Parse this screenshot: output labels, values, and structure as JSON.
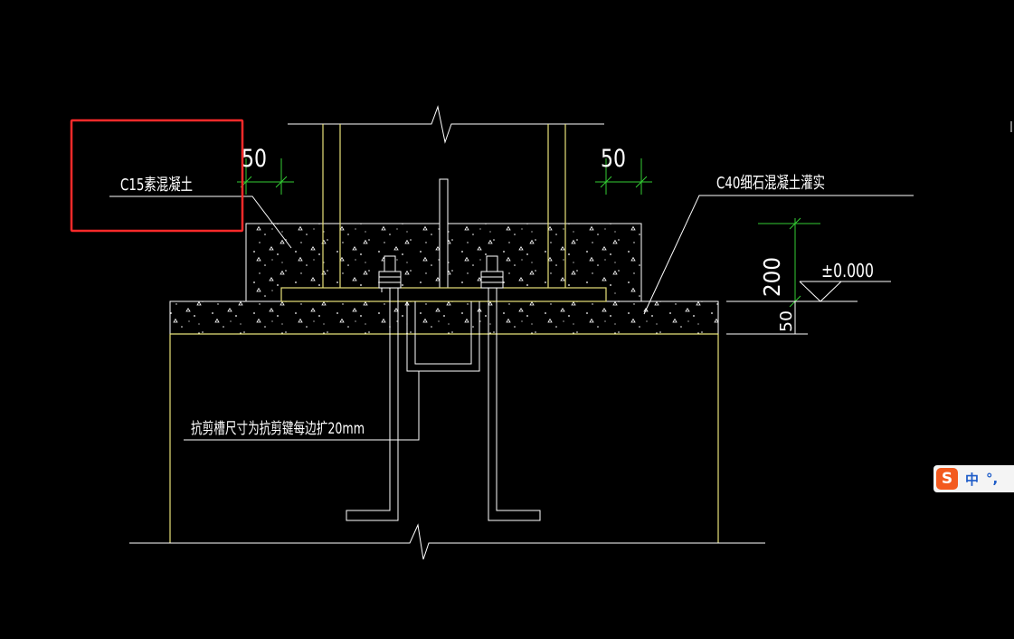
{
  "labels": {
    "c15": "C15素混凝土",
    "c40": "C40细石混凝土灌实",
    "shear": "抗剪槽尺寸为抗剪键每边扩20mm",
    "elevation": "±0.000"
  },
  "dimensions": {
    "left_top": "50",
    "right_top": "50",
    "grout_height": "200",
    "base_layer": "50"
  },
  "ime": {
    "logo": "S",
    "mode": "中",
    "punct": "°,"
  },
  "colors": {
    "background": "#000000",
    "outline": "#ffffff",
    "steel": "#e8e27a",
    "dimension": "#33cc33",
    "highlight": "#ff2a2a"
  }
}
